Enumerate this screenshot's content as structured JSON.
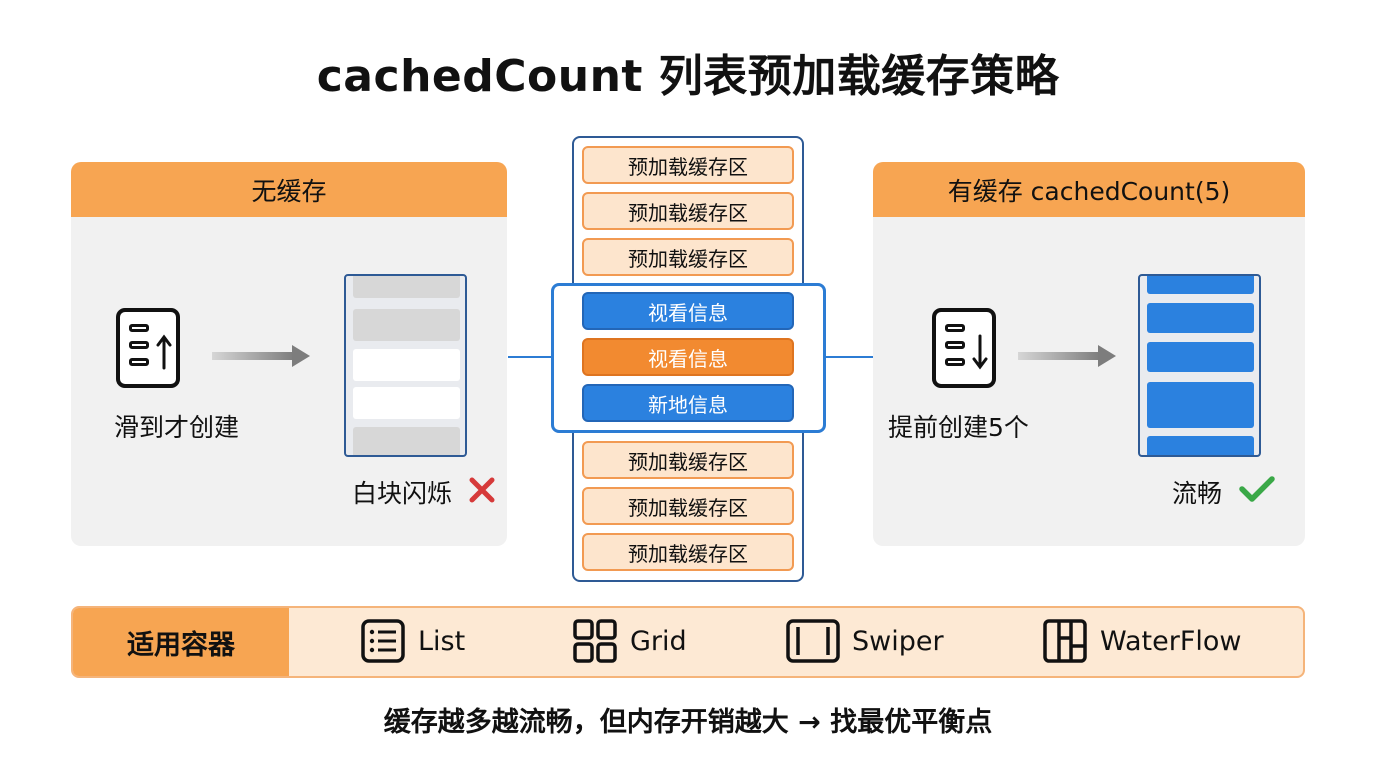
{
  "title": "cachedCount 列表预加载缓存策略",
  "left_panel": {
    "header": "无缓存",
    "caption": "滑到才创建",
    "result": "白块闪烁",
    "result_icon": "cross-icon",
    "result_color": "#d63a3a"
  },
  "right_panel": {
    "header": "有缓存 cachedCount(5)",
    "caption": "提前创建5个",
    "result": "流畅",
    "result_icon": "check-icon",
    "result_color": "#3aa847"
  },
  "center": {
    "cache_top": [
      "预加载缓存区",
      "预加载缓存区",
      "预加载缓存区"
    ],
    "visible": [
      "视看信息",
      "视看信息",
      "新地信息"
    ],
    "cache_bottom": [
      "预加载缓存区",
      "预加载缓存区",
      "预加载缓存区"
    ]
  },
  "containers": {
    "label": "适用容器",
    "items": [
      {
        "label": "List",
        "icon": "list-icon"
      },
      {
        "label": "Grid",
        "icon": "grid-icon"
      },
      {
        "label": "Swiper",
        "icon": "swiper-icon"
      },
      {
        "label": "WaterFlow",
        "icon": "waterflow-icon"
      }
    ]
  },
  "footer": "缓存越多越流畅，但内存开销越大 → 找最优平衡点",
  "colors": {
    "accent_orange": "#f7a552",
    "accent_blue": "#2b81df",
    "panel_bg": "#f1f1f1"
  }
}
